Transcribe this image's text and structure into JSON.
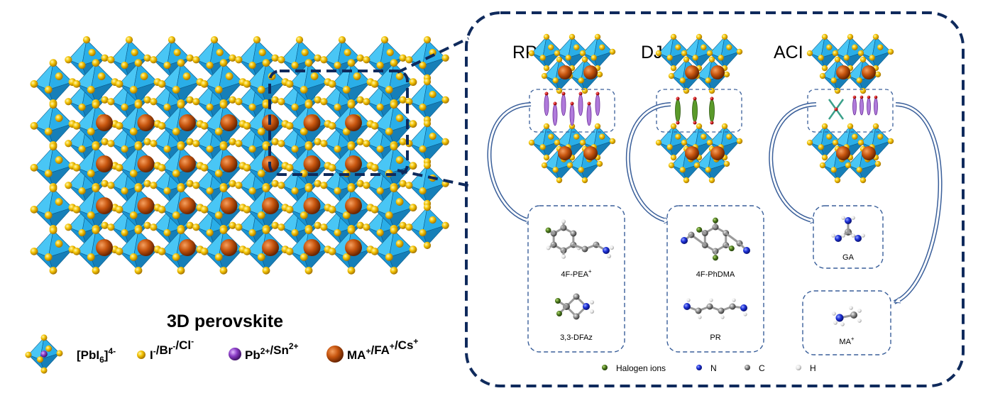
{
  "left": {
    "caption": "3D perovskite"
  },
  "legend": {
    "octahedron": {
      "base": "[PbI",
      "sub": "6",
      "close": "]",
      "sup": "4-"
    },
    "halide": {
      "parts": [
        [
          "I",
          "-"
        ],
        [
          "/Br",
          "-"
        ],
        [
          "/Cl",
          "-"
        ]
      ]
    },
    "metal": {
      "parts": [
        [
          "Pb",
          "2+"
        ],
        [
          "/Sn",
          "2+"
        ]
      ]
    },
    "a_cation": {
      "parts": [
        [
          "MA",
          "+"
        ],
        [
          "/FA",
          "+"
        ],
        [
          "/Cs",
          "+"
        ]
      ]
    }
  },
  "phases": [
    {
      "label": "RP",
      "spacers": [
        {
          "base": "4F-PEA",
          "sup": "+"
        },
        {
          "base": "3,3-DFAz",
          "sup": ""
        }
      ]
    },
    {
      "label": "DJ",
      "spacers": [
        {
          "base": "4F-PhDMA",
          "sup": ""
        },
        {
          "base": "PR",
          "sup": ""
        }
      ]
    },
    {
      "label": "ACI",
      "spacers": [
        {
          "base": "GA",
          "sup": ""
        },
        {
          "base": "MA",
          "sup": "+"
        }
      ]
    }
  ],
  "atom_legend": [
    {
      "label": "Halogen ions",
      "color": "#4e7a1e"
    },
    {
      "label": "N",
      "color": "#1b2fd6"
    },
    {
      "label": "C",
      "color": "#8c8c8c"
    },
    {
      "label": "H",
      "color": "#e6e6e6"
    }
  ],
  "colors": {
    "octahedron": "#29b6f0",
    "halide_atom": "#f2c200",
    "a_cation": "#c8560f",
    "metal_atom": "#8a3cc6",
    "frame": "#0f2a5c",
    "arrow": "#3a5f9a"
  }
}
